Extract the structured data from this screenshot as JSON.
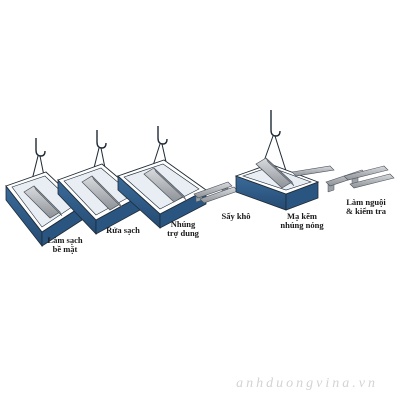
{
  "stages": [
    {
      "label": "Làm sạch\nbề mặt"
    },
    {
      "label": "Rửa sạch"
    },
    {
      "label": "Nhúng\ntrợ dung"
    },
    {
      "label": "Sấy khô"
    },
    {
      "label": "Mạ kẽm\nnhúng nóng"
    },
    {
      "label": "Làm nguội\n& kiểm tra"
    }
  ],
  "watermark": "anhduongvina.vn",
  "colors": {
    "tank_side": "#2f5d8c",
    "tank_rim": "#ffffff",
    "outline": "#1e2a36",
    "steel": "#b9bcc0",
    "steel_dark": "#858a90"
  }
}
